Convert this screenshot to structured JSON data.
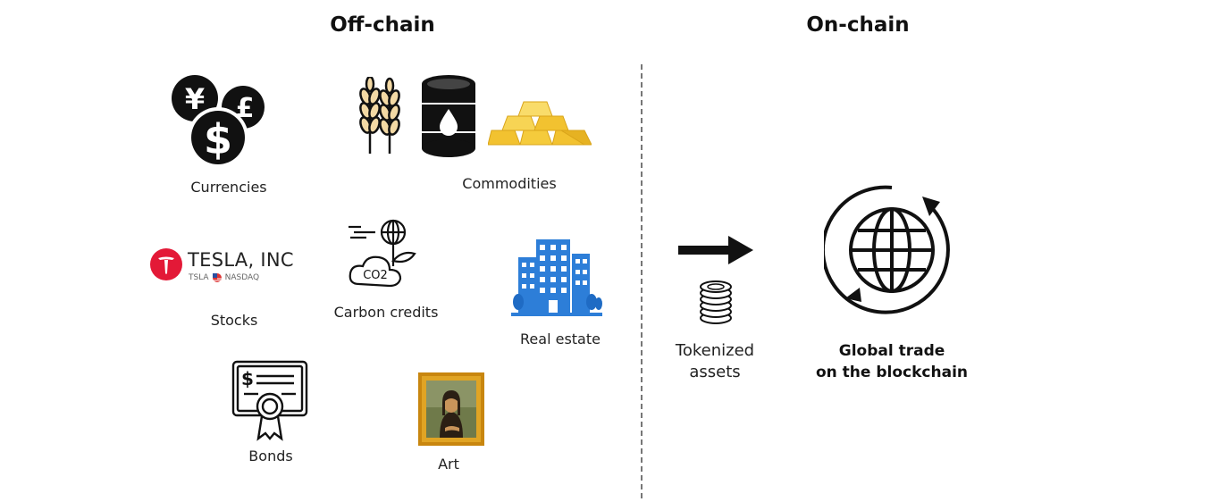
{
  "headings": {
    "off_chain": "Off-chain",
    "on_chain": "On-chain"
  },
  "assets": {
    "currencies": "Currencies",
    "commodities": "Commodities",
    "stocks": "Stocks",
    "carbon_credits": "Carbon credits",
    "real_estate": "Real estate",
    "bonds": "Bonds",
    "art": "Art"
  },
  "tesla": {
    "name": "TESLA, INC",
    "ticker": "TSLA",
    "exchange": "NASDAQ"
  },
  "carbon": {
    "co2_label": "CO2"
  },
  "currency_symbols": {
    "yen": "¥",
    "pound": "£",
    "dollar": "$"
  },
  "bond_symbol": "$",
  "tokenized": {
    "line1": "Tokenized",
    "line2": "assets"
  },
  "global": {
    "line1": "Global trade",
    "line2": "on the blockchain"
  },
  "colors": {
    "tesla_red": "#e31937",
    "gold": "#f2c230",
    "building_blue": "#2d7ed8",
    "art_frame": "#c8860f"
  }
}
